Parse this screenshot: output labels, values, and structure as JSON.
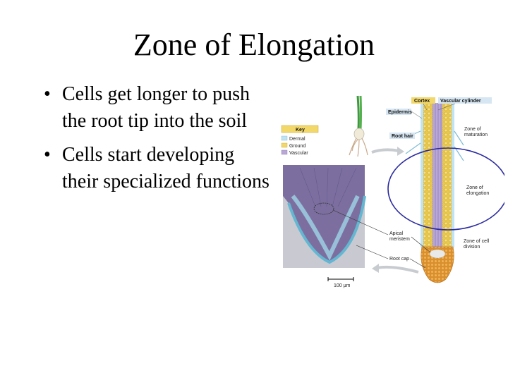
{
  "slide": {
    "title": "Zone of Elongation",
    "bullets": [
      "Cells get longer to push the root tip into the soil",
      "Cells start developing their specialized functions"
    ]
  },
  "figure": {
    "key": {
      "title": "Key",
      "items": [
        {
          "label": "Dermal",
          "color": "#bfe3f2"
        },
        {
          "label": "Ground",
          "color": "#f2d86a"
        },
        {
          "label": "Vascular",
          "color": "#b9a7d6"
        }
      ]
    },
    "labels": {
      "cortex": "Cortex",
      "vascular_cylinder": "Vascular cylinder",
      "epidermis": "Epidermis",
      "root_hair": "Root hair",
      "zone_maturation_1": "Zone of",
      "zone_maturation_2": "maturation",
      "zone_elongation_1": "Zone of",
      "zone_elongation_2": "elongation",
      "zone_division_1": "Zone of cell",
      "zone_division_2": "division",
      "apical_meristem_1": "Apical",
      "apical_meristem_2": "meristem",
      "root_cap": "Root cap",
      "scale": "100 μm"
    },
    "colors": {
      "highlight_ellipse": "#2a2aa0",
      "label_box": "#d6e6f2",
      "dermal": "#bfe3f2",
      "ground": "#f2d86a",
      "vascular": "#b9a7d6"
    }
  }
}
